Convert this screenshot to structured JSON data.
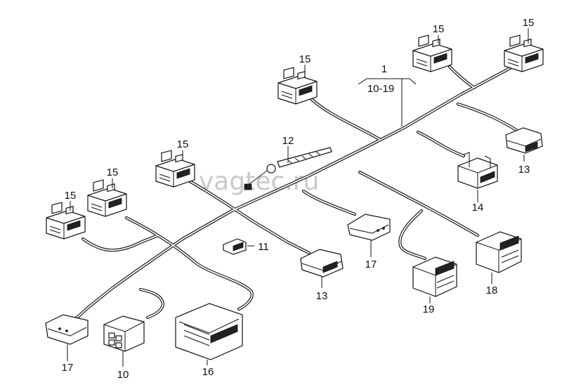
{
  "watermark": "vagtec.ru",
  "harness": {
    "number": "1",
    "range": "10-19"
  },
  "callouts": {
    "c15_a": "15",
    "c15_b": "15",
    "c15_c": "15",
    "c15_d": "15",
    "c15_e": "15",
    "c15_f": "15",
    "c12": "12",
    "c11": "11",
    "c13_a": "13",
    "c13_b": "13",
    "c14": "14",
    "c17_a": "17",
    "c17_b": "17",
    "c18": "18",
    "c19": "19",
    "c10": "10",
    "c16": "16"
  }
}
